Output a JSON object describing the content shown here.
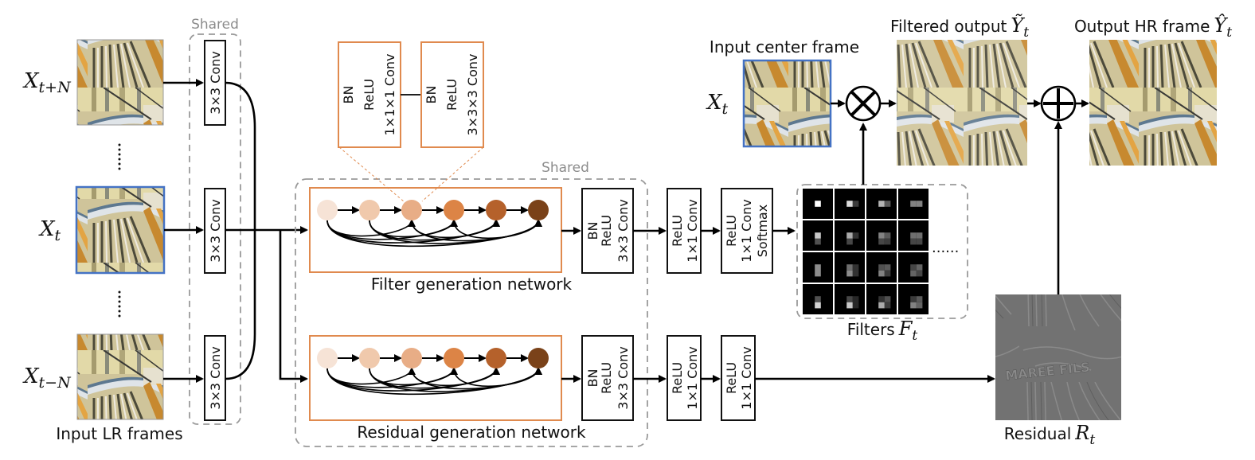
{
  "diagram": {
    "labels": {
      "shared_left": "Shared",
      "shared_mid": "Shared",
      "input_lr_frames": "Input LR frames",
      "input_center_frame": "Input center frame",
      "filtered_output": "Filtered output",
      "output_hr_frame": "Output HR frame",
      "filters": "Filters",
      "residual": "Residual",
      "filter_gen_net": "Filter generation network",
      "residual_gen_net": "Residual generation network",
      "ellipsis": "......"
    },
    "math": {
      "x_t_plus_n": "X",
      "x_t_plus_n_sub": "t+N",
      "x_t": "X",
      "x_t_sub": "t",
      "x_t_minus_n": "X",
      "x_t_minus_n_sub": "t−N",
      "x_t_center": "X",
      "x_t_center_sub": "t",
      "y_tilde": "Ỹ",
      "y_tilde_sub": "t",
      "y_hat": "Ŷ",
      "y_hat_sub": "t",
      "f_t": "F",
      "f_t_sub": "t",
      "r_t": "R",
      "r_t_sub": "t"
    },
    "conv_blocks": {
      "conv3x3": "3×3 Conv",
      "bn": "BN",
      "relu": "ReLU",
      "conv3x3_line": "3×3 Conv",
      "conv1x1_line": "1×1 Conv",
      "conv1x1": "1×1",
      "conv_word": "Conv",
      "softmax": "Softmax",
      "conv1x1x1": "1×1×1 Conv",
      "conv3x3x3": "3×3×3 Conv"
    },
    "residual_image_text": "MAREE FILS",
    "colors": {
      "dense_nodes": [
        "#f6e3d6",
        "#f0c9ac",
        "#e8ad86",
        "#dc8446",
        "#b5612b",
        "#7a4219"
      ],
      "orange_outline": "#e08a4e",
      "center_frame_border": "#4472c4",
      "dashed_gray": "#9a9a9a"
    }
  }
}
